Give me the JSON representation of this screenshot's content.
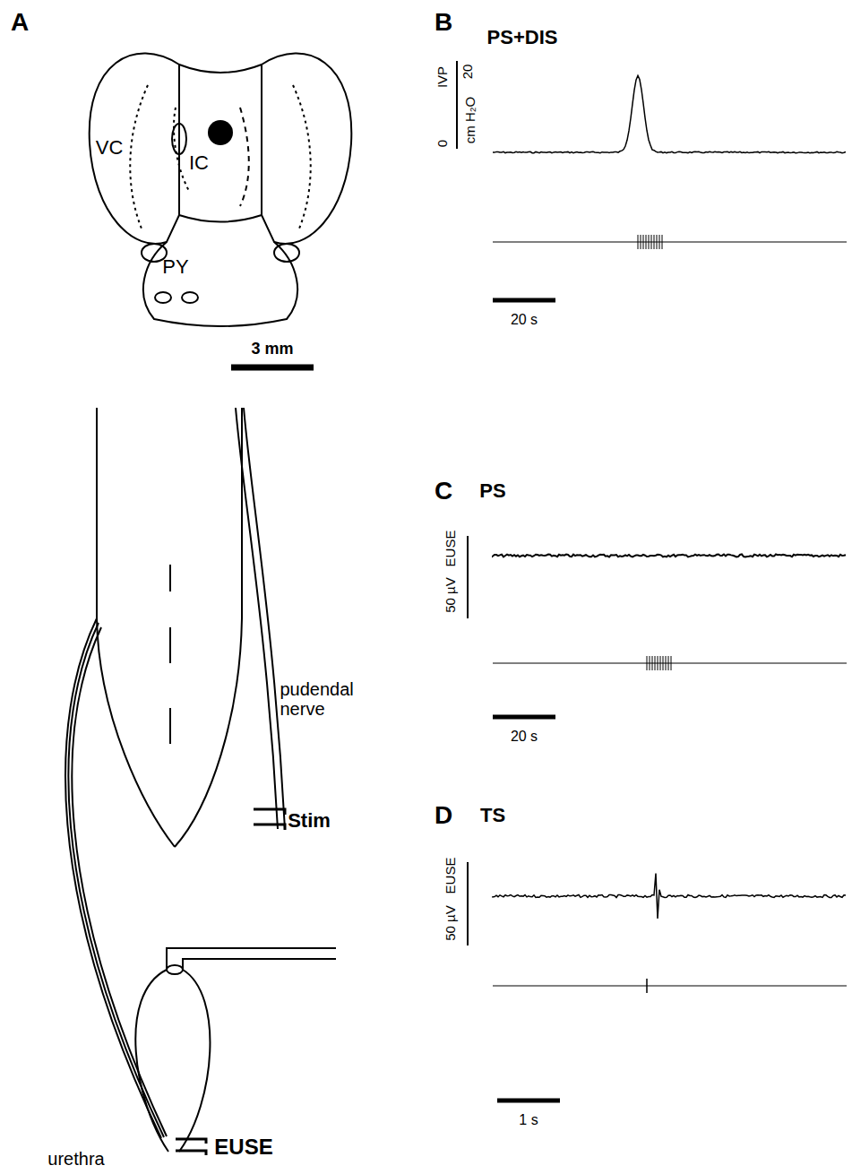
{
  "diagram": {
    "labels": [
      "A",
      "VC",
      "IC",
      "PY",
      "3 mm",
      "pudendal nerve",
      "Stim",
      "urethra",
      "EUSE",
      "B",
      "PS+DIS",
      "IVP",
      "20",
      "0",
      "cm H₂O",
      "20 s",
      "C",
      "PS",
      "EUSE",
      "50 µV",
      "20 s",
      "D",
      "TS",
      "EUSE",
      "50 µV",
      "1 s"
    ]
  }
}
